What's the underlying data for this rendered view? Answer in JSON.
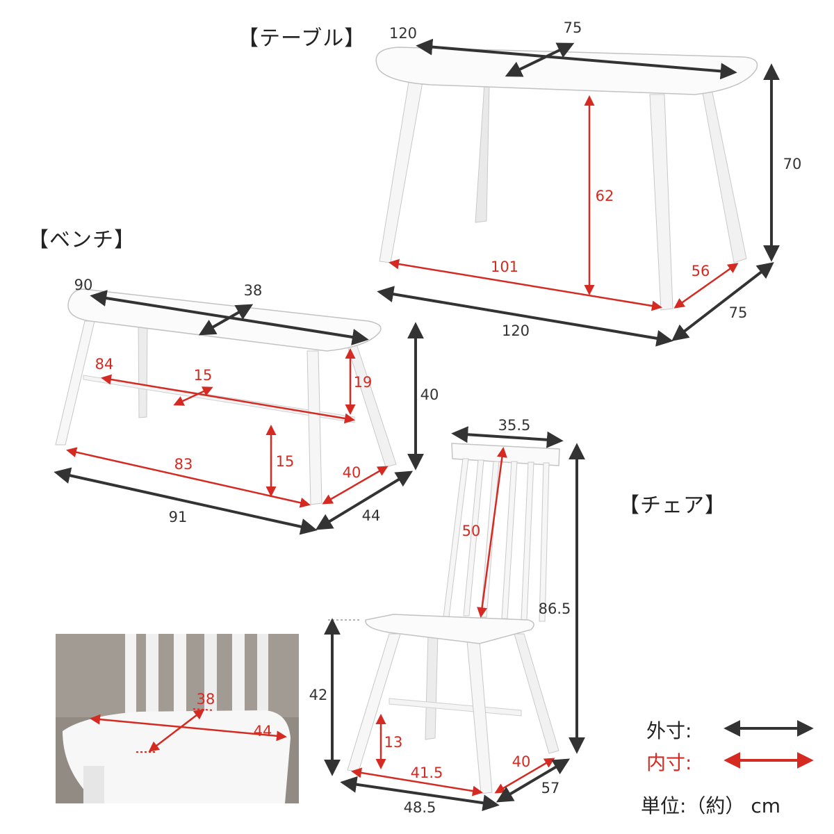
{
  "sections": {
    "table_title": "【テーブル】",
    "bench_title": "【ベンチ】",
    "chair_title": "【チェア】"
  },
  "table": {
    "top_length": "120",
    "top_depth": "75",
    "height": "70",
    "inner_height": "62",
    "inner_width": "101",
    "inner_depth": "56",
    "base_width": "120",
    "base_depth": "75"
  },
  "bench": {
    "top_length": "90",
    "top_depth": "38",
    "stretcher_length": "84",
    "stretcher_depth": "15",
    "seat_rail_height": "19",
    "height": "40",
    "inner_width": "83",
    "stretcher_height": "15",
    "inner_depth": "40",
    "base_width": "91",
    "base_depth": "44"
  },
  "chair": {
    "backrest_width": "35.5",
    "backrest_height": "50",
    "total_height": "86.5",
    "seat_height": "42",
    "stretcher_height": "13",
    "inner_width": "41.5",
    "inner_depth": "40",
    "base_width": "48.5",
    "base_depth": "57"
  },
  "photo": {
    "seat_depth": "38",
    "seat_width": "44"
  },
  "legend": {
    "outer_label": "外寸:",
    "inner_label": "内寸:",
    "unit_label": "単位:（約） cm",
    "outer_color": "#333333",
    "inner_color": "#d42a22"
  }
}
